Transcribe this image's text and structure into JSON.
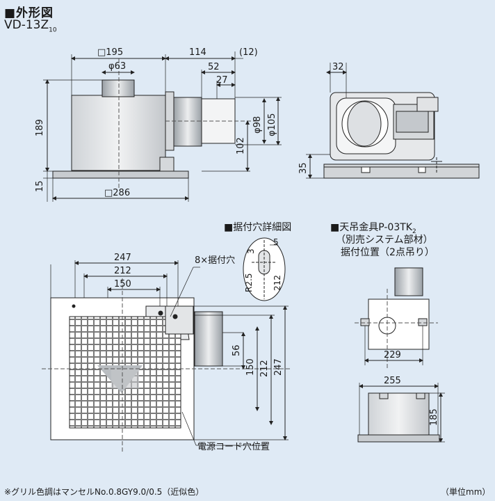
{
  "header": {
    "title": "■外形図",
    "model": "VD-13Z",
    "model_suffix": "10"
  },
  "sections": {
    "detail": "■据付穴詳細図",
    "hanger_line1": "■天吊金具P-03TK",
    "hanger_suffix": "2",
    "hanger_line2": "（別売システム部材）",
    "hanger_line3": "据付位置（2点吊り）"
  },
  "front_view": {
    "d_195": "□195",
    "d_114": "114",
    "d_12": "(12)",
    "d_63": "φ63",
    "d_52": "52",
    "d_27": "27",
    "d_189": "189",
    "d_15": "15",
    "d_98": "φ98",
    "d_105": "φ105",
    "d_102": "102",
    "d_286": "□286"
  },
  "side_view": {
    "d_32": "32",
    "d_35": "35"
  },
  "plan_view": {
    "d_247": "247",
    "d_212": "212",
    "d_150": "150",
    "holes": "8×据付穴",
    "v_56": "56",
    "v_150": "150",
    "v_212": "212",
    "v_247": "247",
    "cord": "電源コード穴位置"
  },
  "hole_detail": {
    "d_3": "3",
    "d_5": "5",
    "d_212": "212",
    "d_r25": "R2.5"
  },
  "hanger_views": {
    "d_229": "229",
    "d_255": "255",
    "d_185": "185"
  },
  "footer": {
    "note": "※グリル色調はマンセルNo.0.8GY9.0/0.5（近似色）",
    "unit": "（単位mm）"
  }
}
